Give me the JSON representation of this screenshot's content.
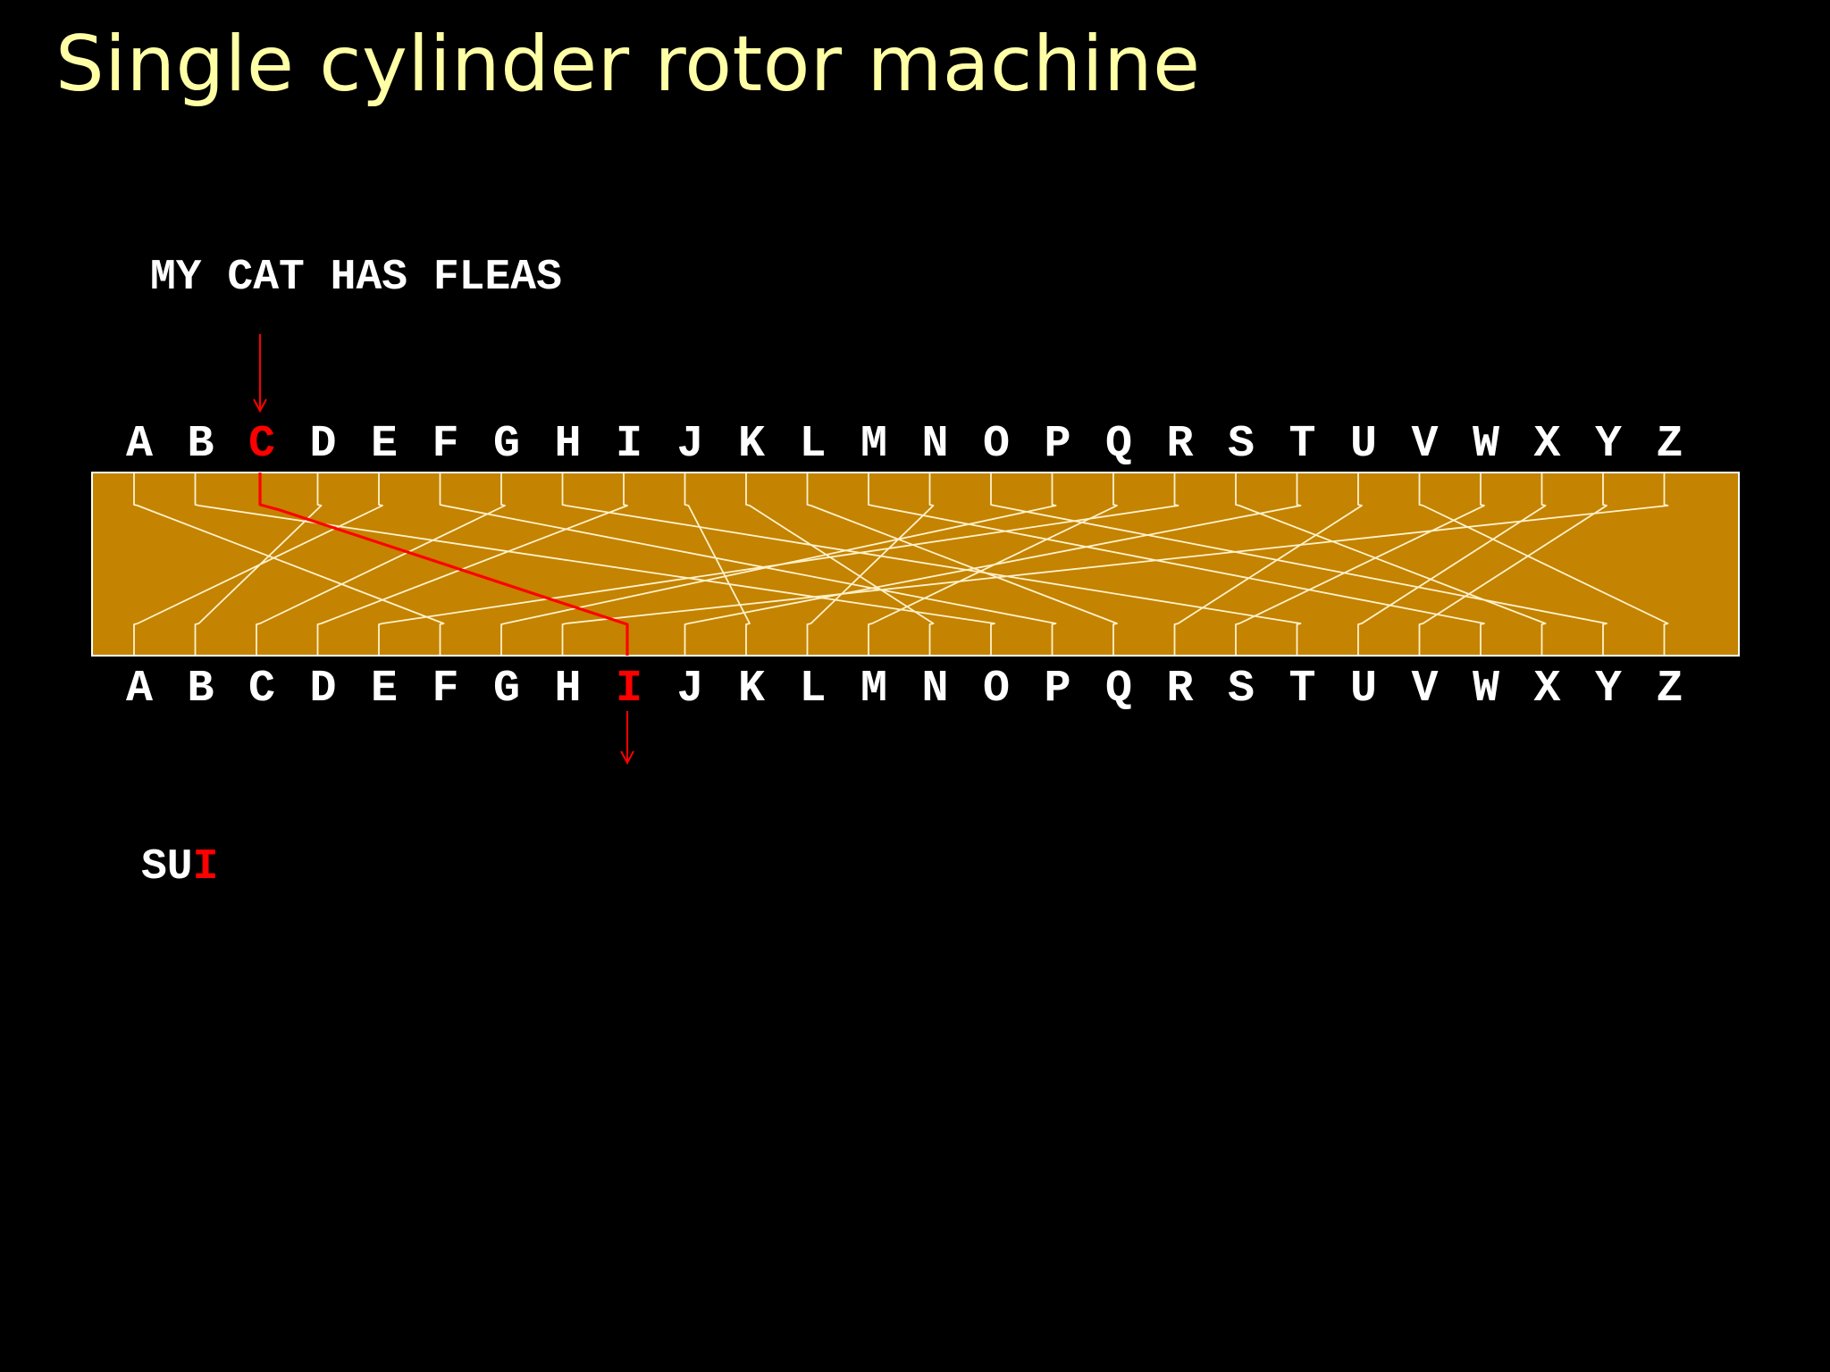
{
  "slide": {
    "title": "Single cylinder rotor machine",
    "plaintext": "MY CAT HAS FLEAS",
    "ciphertext_done": "SU",
    "ciphertext_current": "I"
  },
  "rotor": {
    "input_alphabet": [
      "A",
      "B",
      "C",
      "D",
      "E",
      "F",
      "G",
      "H",
      "I",
      "J",
      "K",
      "L",
      "M",
      "N",
      "O",
      "P",
      "Q",
      "R",
      "S",
      "T",
      "U",
      "V",
      "W",
      "X",
      "Y",
      "Z"
    ],
    "output_alphabet": [
      "A",
      "B",
      "C",
      "D",
      "E",
      "F",
      "G",
      "H",
      "I",
      "J",
      "K",
      "L",
      "M",
      "N",
      "O",
      "P",
      "Q",
      "R",
      "S",
      "T",
      "U",
      "V",
      "W",
      "X",
      "Y",
      "Z"
    ],
    "wiring": [
      {
        "from": "A",
        "to": "F"
      },
      {
        "from": "B",
        "to": "O"
      },
      {
        "from": "C",
        "to": "I"
      },
      {
        "from": "D",
        "to": "B"
      },
      {
        "from": "E",
        "to": "A"
      },
      {
        "from": "F",
        "to": "P"
      },
      {
        "from": "G",
        "to": "C"
      },
      {
        "from": "H",
        "to": "T"
      },
      {
        "from": "I",
        "to": "D"
      },
      {
        "from": "J",
        "to": "K"
      },
      {
        "from": "K",
        "to": "N"
      },
      {
        "from": "L",
        "to": "Q"
      },
      {
        "from": "M",
        "to": "W"
      },
      {
        "from": "N",
        "to": "L"
      },
      {
        "from": "O",
        "to": "Y"
      },
      {
        "from": "P",
        "to": "G"
      },
      {
        "from": "Q",
        "to": "M"
      },
      {
        "from": "R",
        "to": "E"
      },
      {
        "from": "S",
        "to": "X"
      },
      {
        "from": "T",
        "to": "J"
      },
      {
        "from": "U",
        "to": "R"
      },
      {
        "from": "V",
        "to": "Z"
      },
      {
        "from": "W",
        "to": "S"
      },
      {
        "from": "X",
        "to": "U"
      },
      {
        "from": "Y",
        "to": "V"
      },
      {
        "from": "Z",
        "to": "H"
      }
    ],
    "active_input": "C",
    "active_output": "I"
  },
  "colors": {
    "background": "#000000",
    "title": "#ffffa6",
    "text": "#ffffff",
    "highlight": "#ff0000",
    "rotor_fill": "#c48300",
    "wire": "#fff2cc"
  }
}
